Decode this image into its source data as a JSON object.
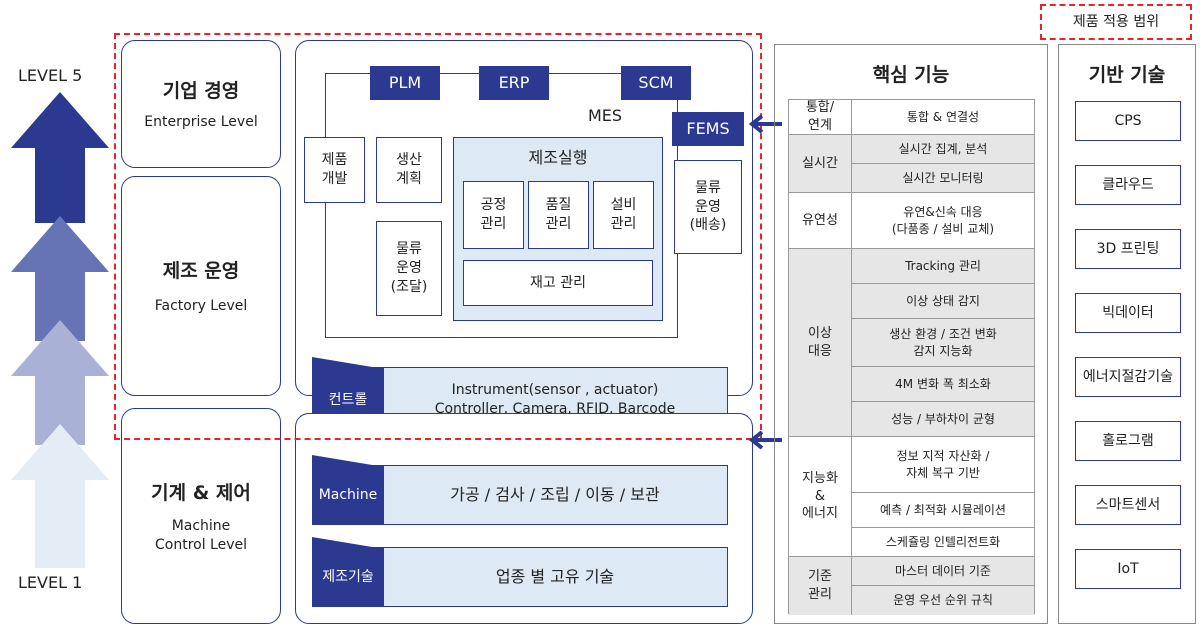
{
  "levels": {
    "top": "LEVEL 5",
    "bottom": "LEVEL 1"
  },
  "tiers": {
    "enterprise": {
      "title": "기업 경영",
      "subtitle": "Enterprise Level"
    },
    "factory": {
      "title": "제조 운영",
      "subtitle": "Factory Level"
    },
    "machine": {
      "title": "기계 & 제어",
      "subtitle": "Machine\nControl Level"
    }
  },
  "systems": {
    "plm": "PLM",
    "erp": "ERP",
    "scm": "SCM",
    "mes": "MES",
    "fems": "FEMS"
  },
  "mes_blocks": {
    "product_dev": "제품\n개발",
    "production_plan": "생산\n계획",
    "logistics_procure": "물류\n운영\n(조달)",
    "execution_title": "제조실행",
    "process_mgmt": "공정\n관리",
    "quality_mgmt": "품질\n관리",
    "equipment_mgmt": "설비\n관리",
    "inventory_mgmt": "재고 관리",
    "logistics_delivery": "물류\n운영\n(배송)"
  },
  "bars": [
    {
      "tag": "컨트롤",
      "text": "Instrument(sensor , actuator)\nController, Camera, RFID, Barcode"
    },
    {
      "tag": "Machine",
      "text": "가공 / 검사 / 조립 / 이동 / 보관"
    },
    {
      "tag": "제조기술",
      "text": "업종 별 고유 기술"
    }
  ],
  "core": {
    "title": "핵심 기능",
    "groups": [
      {
        "label": "통합/\n연계",
        "items": [
          "통합 & 연결성"
        ]
      },
      {
        "label": "실시간",
        "items": [
          "실시간 집계, 분석",
          "실시간 모니터링"
        ]
      },
      {
        "label": "유연성",
        "items": [
          "유연&신속 대응\n(다품종 / 설비 교체)"
        ]
      },
      {
        "label": "이상\n대응",
        "items": [
          "Tracking 관리",
          "이상 상태 감지",
          "생산 환경 / 조건 변화\n감지 지능화",
          "4M 변화 폭 최소화",
          "성능 / 부하차이 균형"
        ]
      },
      {
        "label": "지능화\n&\n에너지",
        "items": [
          "정보 지적 자산화 /\n자체 복구 기반",
          "예측 / 최적화 시뮬레이션",
          "스케쥴링 인텔리전트화"
        ]
      },
      {
        "label": "기준\n관리",
        "items": [
          "마스터 데이터 기준",
          "운영 우선 순위 규칙"
        ]
      }
    ]
  },
  "scope_label": "제품 적용 범위",
  "foundation": {
    "title": "기반 기술",
    "items": [
      "CPS",
      "클라우드",
      "3D 프린팅",
      "빅데이터",
      "에너지절감기술",
      "홀로그램",
      "스마트센서",
      "IoT"
    ]
  },
  "colors": {
    "navy": "#2b3990",
    "light_blue": "#dde9f4",
    "dashed_red": "#e8232a",
    "gray_cell": "#e6e6e6"
  }
}
